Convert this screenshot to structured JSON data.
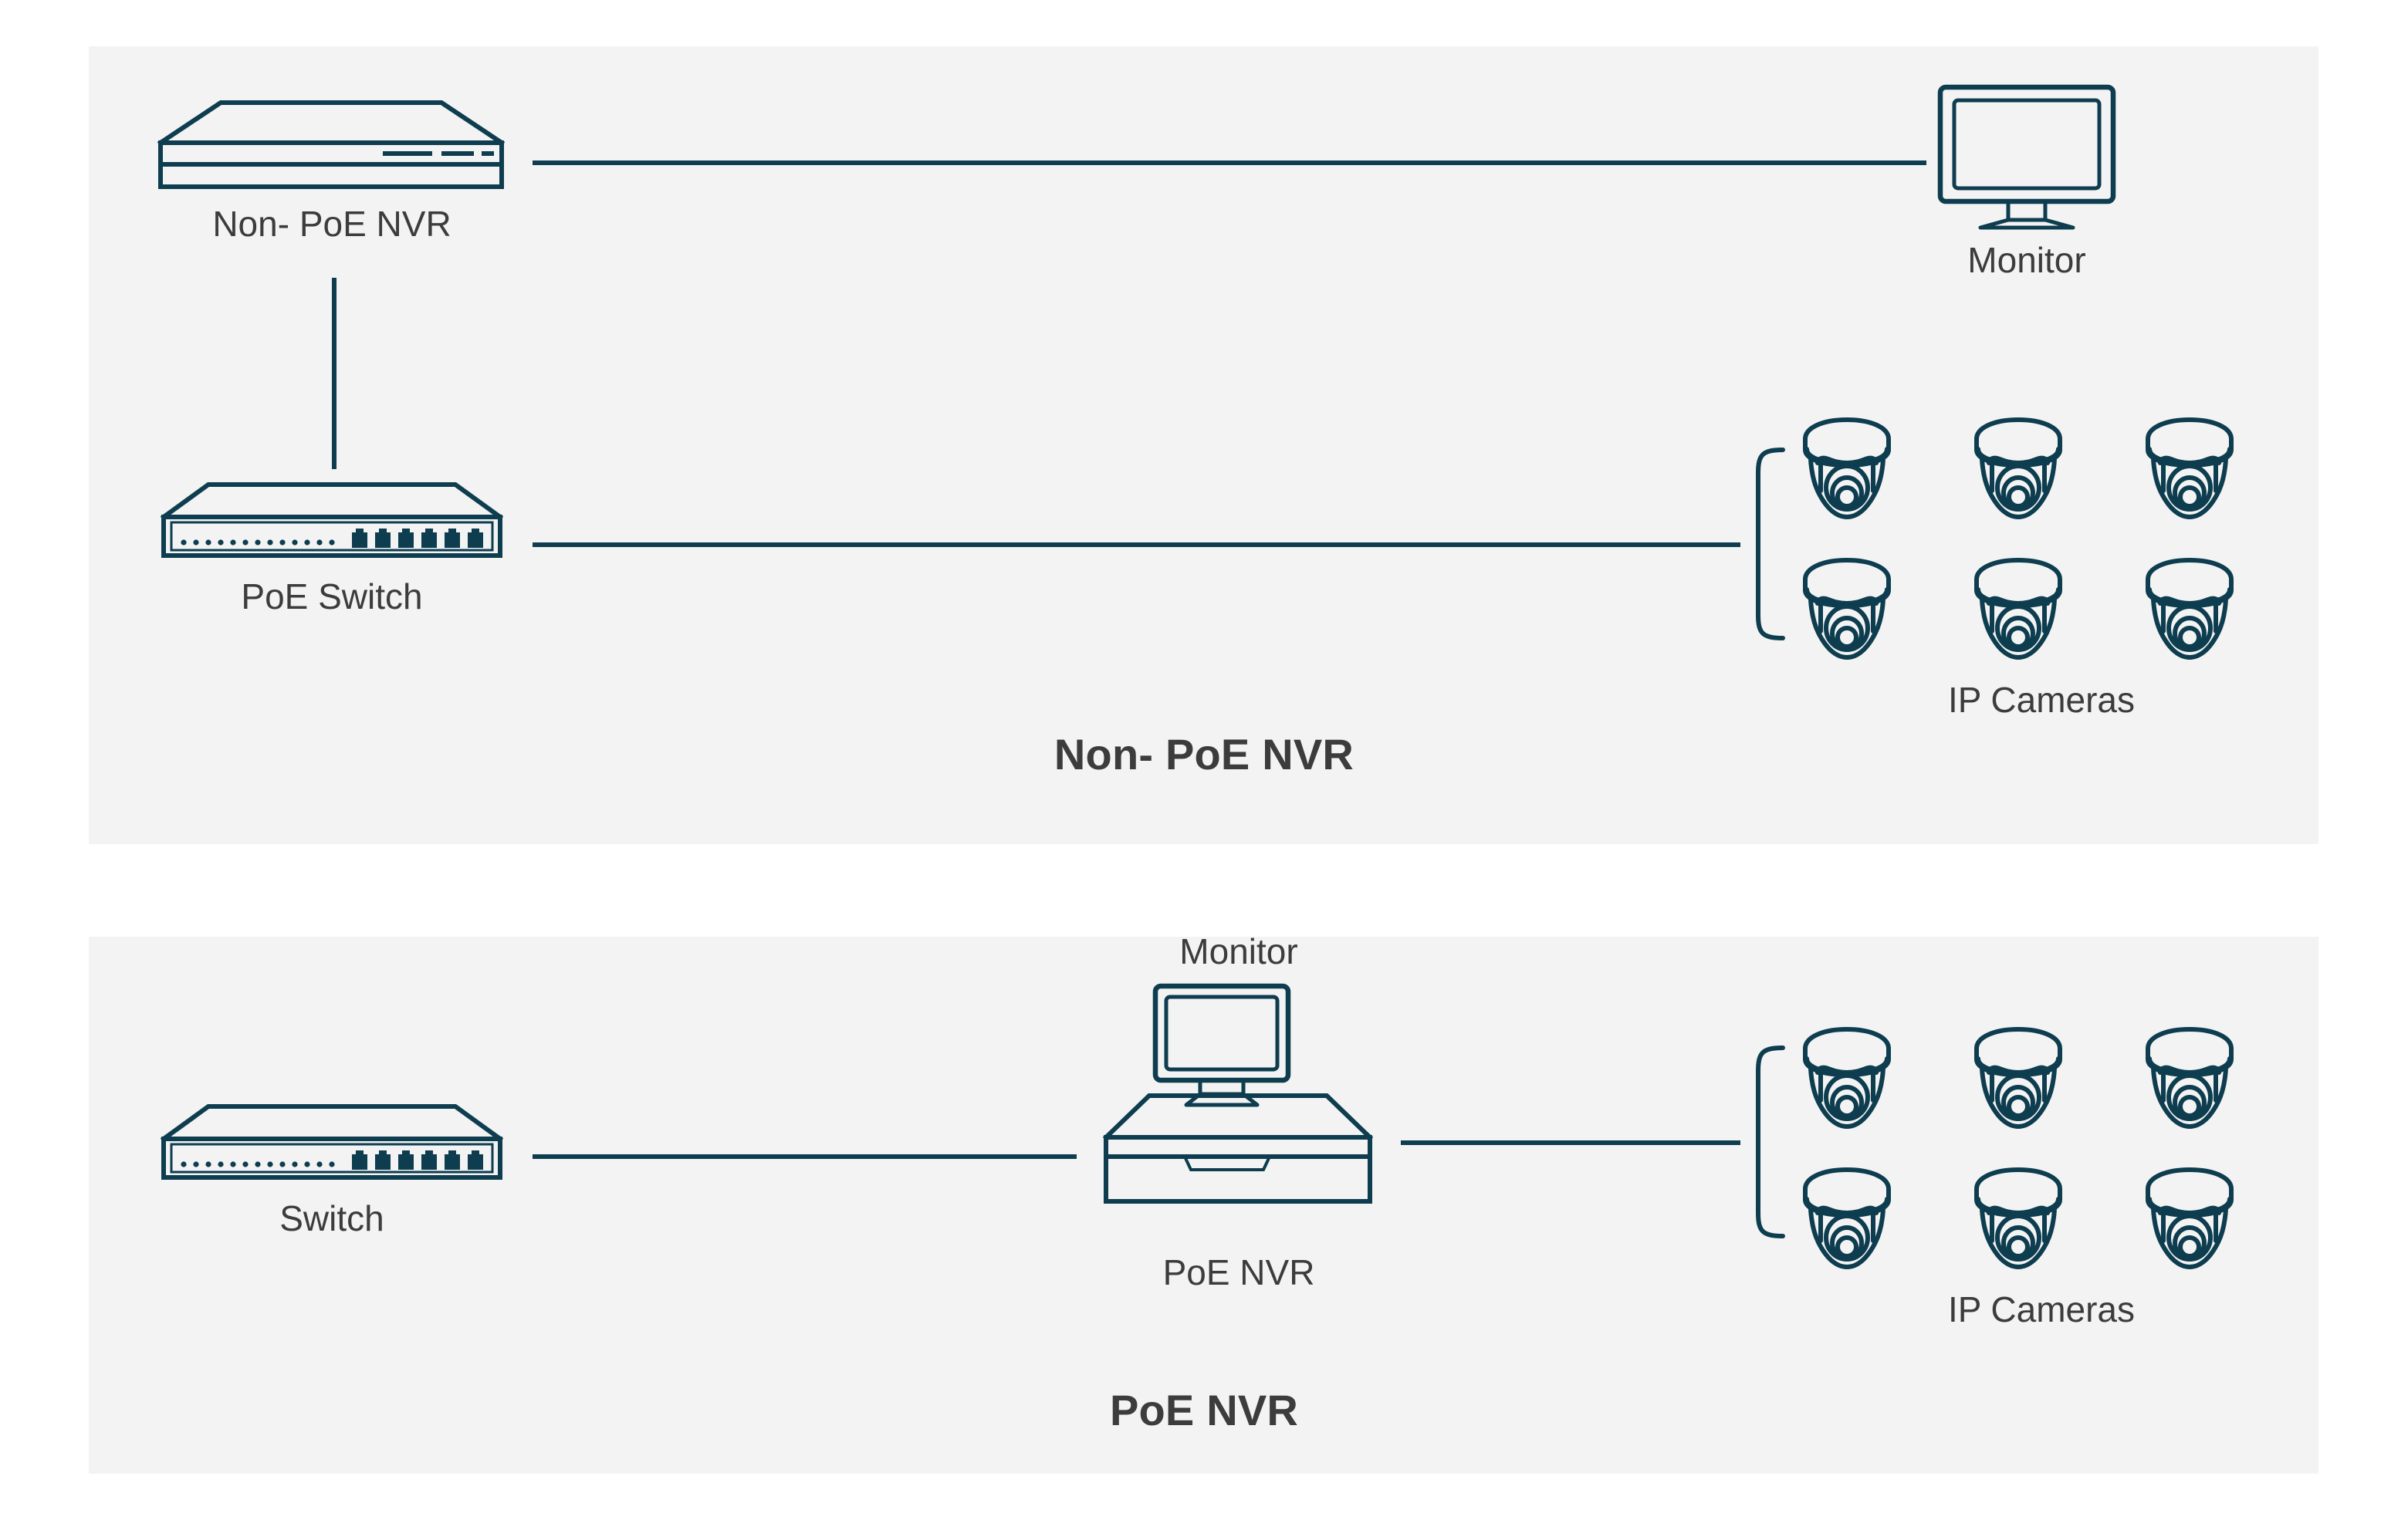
{
  "diagram": {
    "title_non_poe": "Non- PoE NVR",
    "title_poe": "PoE NVR",
    "colors": {
      "panel_background": "#f3f3f3",
      "page_background": "#ffffff",
      "line": "#0d3d4f",
      "label_text": "#3c3c3c"
    }
  },
  "panel_non_poe": {
    "title": "Non- PoE NVR",
    "nodes": {
      "nvr": {
        "label": "Non- PoE NVR",
        "icon": "nvr-device-icon"
      },
      "switch": {
        "label": "PoE Switch",
        "icon": "network-switch-icon",
        "ports": 6,
        "leds": 16
      },
      "monitor": {
        "label": "Monitor",
        "icon": "monitor-icon"
      },
      "cameras": {
        "label": "IP Cameras",
        "icon": "dome-camera-icon",
        "count": 6,
        "rows": 2,
        "columns": 3
      }
    },
    "connections": [
      {
        "from": "nvr",
        "to": "monitor",
        "orientation": "horizontal"
      },
      {
        "from": "nvr",
        "to": "switch",
        "orientation": "vertical"
      },
      {
        "from": "switch",
        "to": "cameras",
        "orientation": "horizontal"
      }
    ]
  },
  "panel_poe": {
    "title": "PoE NVR",
    "nodes": {
      "switch": {
        "label": "Switch",
        "icon": "network-switch-icon",
        "ports": 6,
        "leds": 16
      },
      "monitor": {
        "label": "Monitor",
        "icon": "monitor-icon"
      },
      "nvr": {
        "label": "PoE NVR",
        "icon": "poe-nvr-chassis-icon"
      },
      "cameras": {
        "label": "IP Cameras",
        "icon": "dome-camera-icon",
        "count": 6,
        "rows": 2,
        "columns": 3
      }
    },
    "connections": [
      {
        "from": "switch",
        "to": "nvr",
        "orientation": "horizontal"
      },
      {
        "from": "nvr",
        "to": "cameras",
        "orientation": "horizontal"
      }
    ]
  }
}
